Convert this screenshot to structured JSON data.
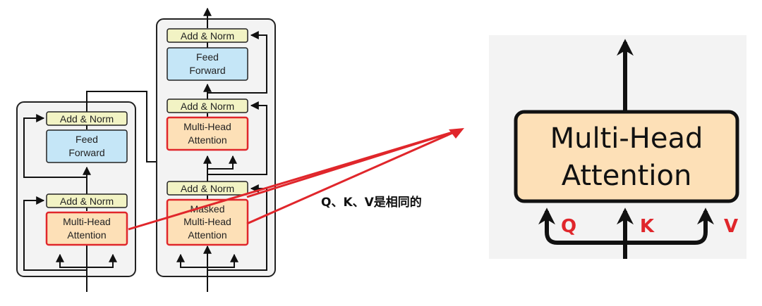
{
  "encoder": {
    "add_norm_top": "Add & Norm",
    "ff_line1": "Feed",
    "ff_line2": "Forward",
    "add_norm_bottom": "Add & Norm",
    "mha_line1": "Multi-Head",
    "mha_line2": "Attention"
  },
  "decoder": {
    "add_norm_top": "Add & Norm",
    "ff_line1": "Feed",
    "ff_line2": "Forward",
    "add_norm_mid": "Add & Norm",
    "mha_line1": "Multi-Head",
    "mha_line2": "Attention",
    "add_norm_bottom": "Add & Norm",
    "masked_line1": "Masked",
    "masked_line2": "Multi-Head",
    "masked_line3": "Attention"
  },
  "caption": "Q、K、V是相同的",
  "zoom": {
    "line1": "Multi-Head",
    "line2": "Attention",
    "q": "Q",
    "k": "K",
    "v": "V"
  },
  "colors": {
    "add_norm": "#f2f3c4",
    "feed_forward": "#c5e6f7",
    "attention": "#fde0b7",
    "highlight_red": "#e0262b",
    "panel_bg": "#f3f3f3"
  }
}
